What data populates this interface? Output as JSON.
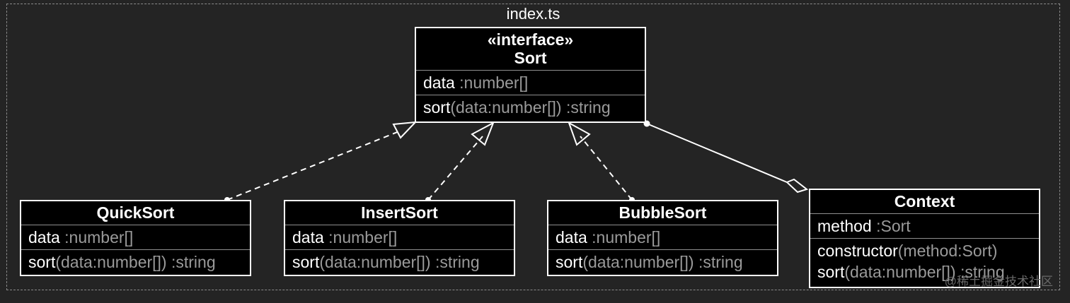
{
  "package": {
    "title": "index.ts"
  },
  "classes": {
    "sort": {
      "stereotype": "«interface»",
      "name": "Sort",
      "attr_name": "data",
      "attr_type": " :number[]",
      "op_name": "sort",
      "op_type": "(data:number[]) :string"
    },
    "quicksort": {
      "name": "QuickSort",
      "attr_name": "data",
      "attr_type": " :number[]",
      "op_name": "sort",
      "op_type": "(data:number[]) :string"
    },
    "insertsort": {
      "name": "InsertSort",
      "attr_name": "data",
      "attr_type": " :number[]",
      "op_name": "sort",
      "op_type": "(data:number[]) :string"
    },
    "bubblesort": {
      "name": "BubbleSort",
      "attr_name": "data",
      "attr_type": " :number[]",
      "op_name": "sort",
      "op_type": "(data:number[]) :string"
    },
    "context": {
      "name": "Context",
      "attr_name": "method",
      "attr_type": " :Sort",
      "op1_name": "constructor",
      "op1_type": "(method:Sort)",
      "op2_name": "sort",
      "op2_type": "(data:number[]) :string"
    }
  },
  "relations": [
    {
      "from": "QuickSort",
      "to": "Sort",
      "kind": "realization"
    },
    {
      "from": "InsertSort",
      "to": "Sort",
      "kind": "realization"
    },
    {
      "from": "BubbleSort",
      "to": "Sort",
      "kind": "realization"
    },
    {
      "from": "Context",
      "to": "Sort",
      "kind": "aggregation"
    }
  ],
  "watermark": "@稀土掘金技术社区",
  "colors": {
    "background": "#242424",
    "class_fill": "#000000",
    "border": "#ffffff",
    "type_text": "#9a9a9a"
  }
}
